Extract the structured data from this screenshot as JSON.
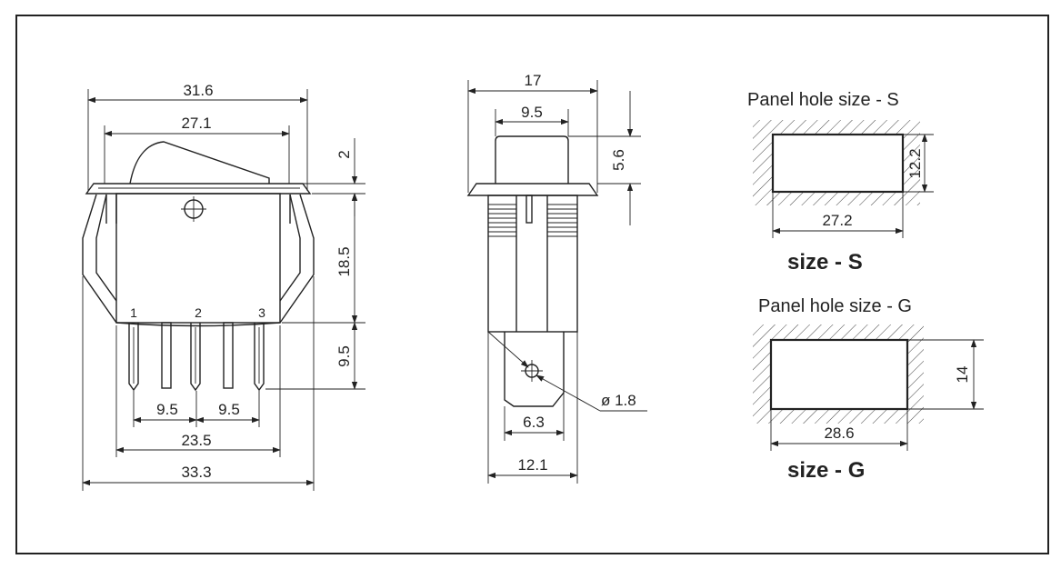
{
  "front_view": {
    "dims": {
      "top_width": "31.6",
      "rocker_width": "27.1",
      "rocker_height": "2",
      "body_height": "18.5",
      "pin_length": "9.5",
      "pin_pitch_left": "9.5",
      "pin_pitch_right": "9.5",
      "outer_pin_span": "23.5",
      "overall_width": "33.3"
    },
    "pins": {
      "p1": "1",
      "p2": "2",
      "p3": "3"
    }
  },
  "side_view": {
    "dims": {
      "overall_width": "17",
      "rocker_width": "9.5",
      "rocker_height": "5.6",
      "hole_diameter": "ø 1.8",
      "terminal_width": "6.3",
      "body_width": "12.1"
    }
  },
  "panel_s": {
    "title": "Panel hole size   -   S",
    "height": "12.2",
    "width": "27.2",
    "label": "size -  S"
  },
  "panel_g": {
    "title": "Panel hole size   -   G",
    "height": "14",
    "width": "28.6",
    "label": "size -  G"
  }
}
